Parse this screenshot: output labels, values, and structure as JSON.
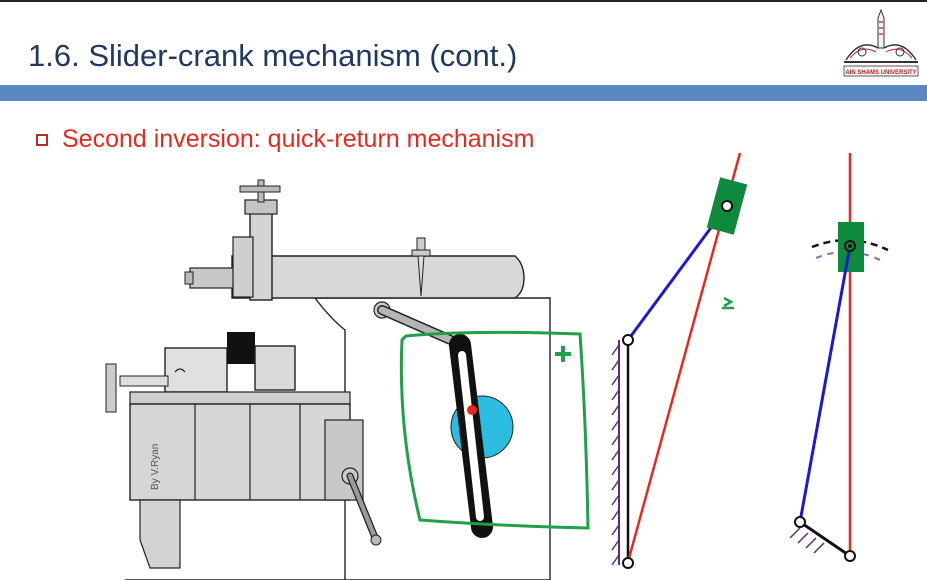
{
  "slide": {
    "title": "1.6. Slider-crank mechanism (cont.)",
    "bullet_text": "Second inversion: quick-return mechanism"
  },
  "logo": {
    "university_text": "AIN SHAMS UNIVERSITY"
  },
  "figure": {
    "credit_text": "By V.Ryan"
  },
  "colors": {
    "title": "#1f3864",
    "bar": "#5b87c2",
    "bullet_text": "#e8281e",
    "slot_line": "#e8281e",
    "crank_link": "#1a1ad0",
    "slider_block": "#0e8a3e",
    "annotation": "#21a04a",
    "disc": "#2bbde0"
  },
  "icons": {
    "bullet": "square-bullet-icon",
    "logo": "university-crest-icon"
  }
}
